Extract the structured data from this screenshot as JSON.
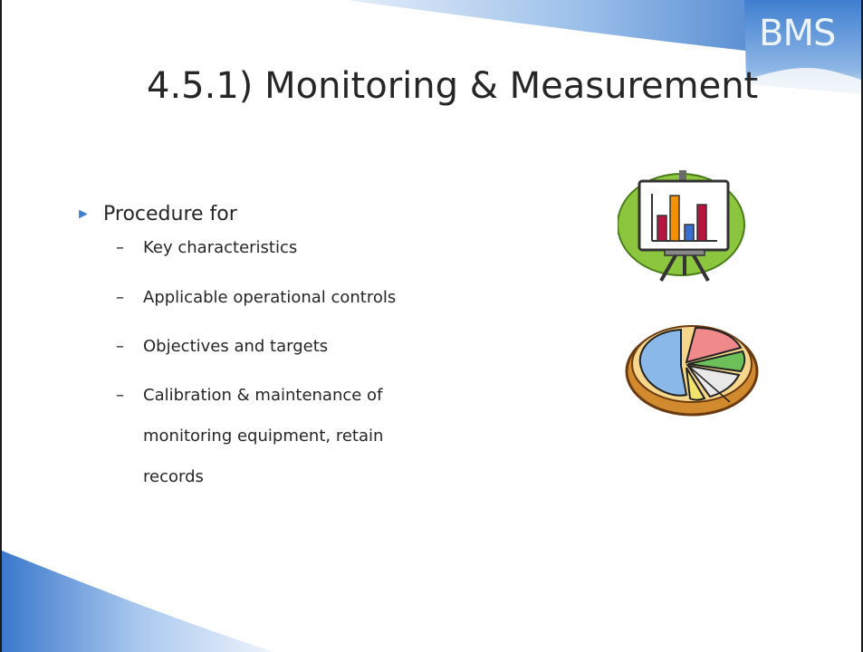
{
  "slide": {
    "logo": "BMS",
    "title": "4.5.1) Monitoring & Measurement",
    "bullet": "Procedure for",
    "sub_items": [
      "Key characteristics",
      "Applicable operational controls",
      "Objectives and targets",
      "Calibration & maintenance of"
    ],
    "continuation": [
      "monitoring equipment, retain",
      "records"
    ]
  },
  "icons": {
    "bullet": "triangle-bullet-icon",
    "clipart_1": "presentation-easel-chart-icon",
    "clipart_2": "pie-chart-icon"
  },
  "colors": {
    "accent": "#3d7fd2",
    "title": "#262626",
    "band": "#2f6fc4"
  }
}
